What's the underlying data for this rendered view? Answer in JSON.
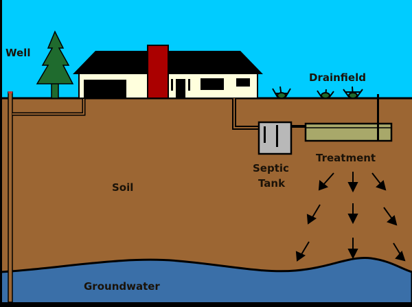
{
  "labels": {
    "well": "Well",
    "drainfield": "Drainfield",
    "septic_line1": "Septic",
    "septic_line2": "Tank",
    "treatment": "Treatment",
    "soil": "Soil",
    "groundwater": "Groundwater"
  },
  "colors": {
    "sky": "#00ccff",
    "soil": "#9c6633",
    "groundwater": "#3a6fa8",
    "house": "#ffffdd",
    "chimney": "#aa0000",
    "tree": "#1f6b2e",
    "tank": "#b8b8b8",
    "drainfield": "#a8a86a"
  }
}
